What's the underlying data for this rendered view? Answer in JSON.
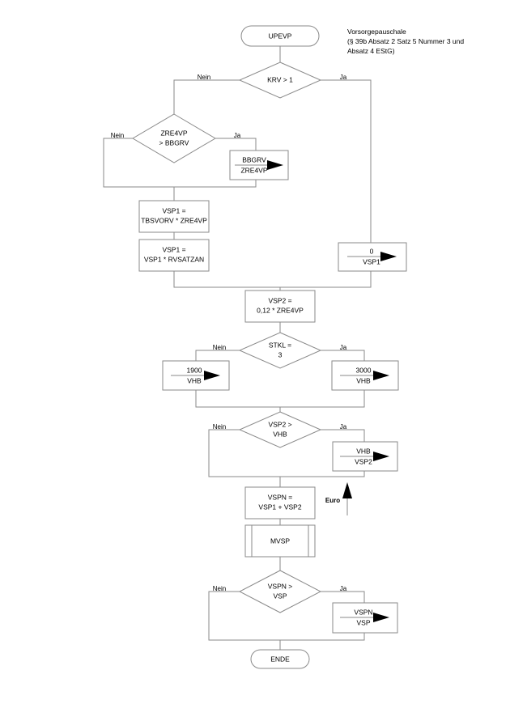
{
  "diagram": {
    "title_lines": [
      "Vorsorgepauschale",
      "(§ 39b Absatz 2 Satz 5 Nummer 3 und",
      "Absatz 4 EStG)"
    ],
    "title_block": "Vorsorgepauschale\n(§ 39b Absatz 2 Satz 5 Nummer 3 und\nAbsatz 4 EStG)",
    "colors": {
      "stroke": "#8a8a8a",
      "text": "#000000",
      "background": "#ffffff",
      "arrow_fill": "#000000"
    },
    "nodes": {
      "start": {
        "label": "UPEVP",
        "type": "terminal"
      },
      "d_krv": {
        "label": "KRV > 1",
        "type": "decision"
      },
      "d_zre4vp": {
        "line1": "ZRE4VP",
        "line2": "> BBGRV",
        "type": "decision"
      },
      "a_bbgrv": {
        "numerator": "BBGRV",
        "denominator": "ZRE4VP",
        "type": "assignment"
      },
      "p_vsp1_tbs": {
        "line1": "VSP1 =",
        "line2": "TBSVORV * ZRE4VP",
        "type": "process"
      },
      "p_vsp1_rv": {
        "line1": "VSP1 =",
        "line2": "VSP1 * RVSATZAN",
        "type": "process"
      },
      "a_zero_vsp1": {
        "numerator": "0",
        "denominator": "VSP1",
        "type": "assignment"
      },
      "p_vsp2": {
        "line1": "VSP2 =",
        "line2": "0,12 * ZRE4VP",
        "type": "process"
      },
      "d_stkl": {
        "line1": "STKL =",
        "line2": "3",
        "type": "decision"
      },
      "a_1900_vhb": {
        "numerator": "1900",
        "denominator": "VHB",
        "type": "assignment"
      },
      "a_3000_vhb": {
        "numerator": "3000",
        "denominator": "VHB",
        "type": "assignment"
      },
      "d_vsp2_vhb": {
        "line1": "VSP2 >",
        "line2": "VHB",
        "type": "decision"
      },
      "a_vhb_vsp2": {
        "numerator": "VHB",
        "denominator": "VSP2",
        "type": "assignment"
      },
      "p_vspn": {
        "line1": "VSPN =",
        "line2": "VSP1 + VSP2",
        "type": "process"
      },
      "sub_mvsp": {
        "label": "MVSP",
        "type": "predefined-process"
      },
      "d_vspn_vsp": {
        "line1": "VSPN >",
        "line2": "VSP",
        "type": "decision"
      },
      "a_vspn_vsp": {
        "numerator": "VSPN",
        "denominator": "VSP",
        "type": "assignment"
      },
      "end": {
        "label": "ENDE",
        "type": "terminal"
      }
    },
    "edge_labels": {
      "krv_nein": "Nein",
      "krv_ja": "Ja",
      "zre4vp_nein": "Nein",
      "zre4vp_ja": "Ja",
      "stkl_nein": "Nein",
      "stkl_ja": "Ja",
      "vsp2vhb_nein": "Nein",
      "vsp2vhb_ja": "Ja",
      "vspnvsp_nein": "Nein",
      "vspnvsp_ja": "Ja"
    },
    "annotations": {
      "euro": "Euro"
    }
  }
}
